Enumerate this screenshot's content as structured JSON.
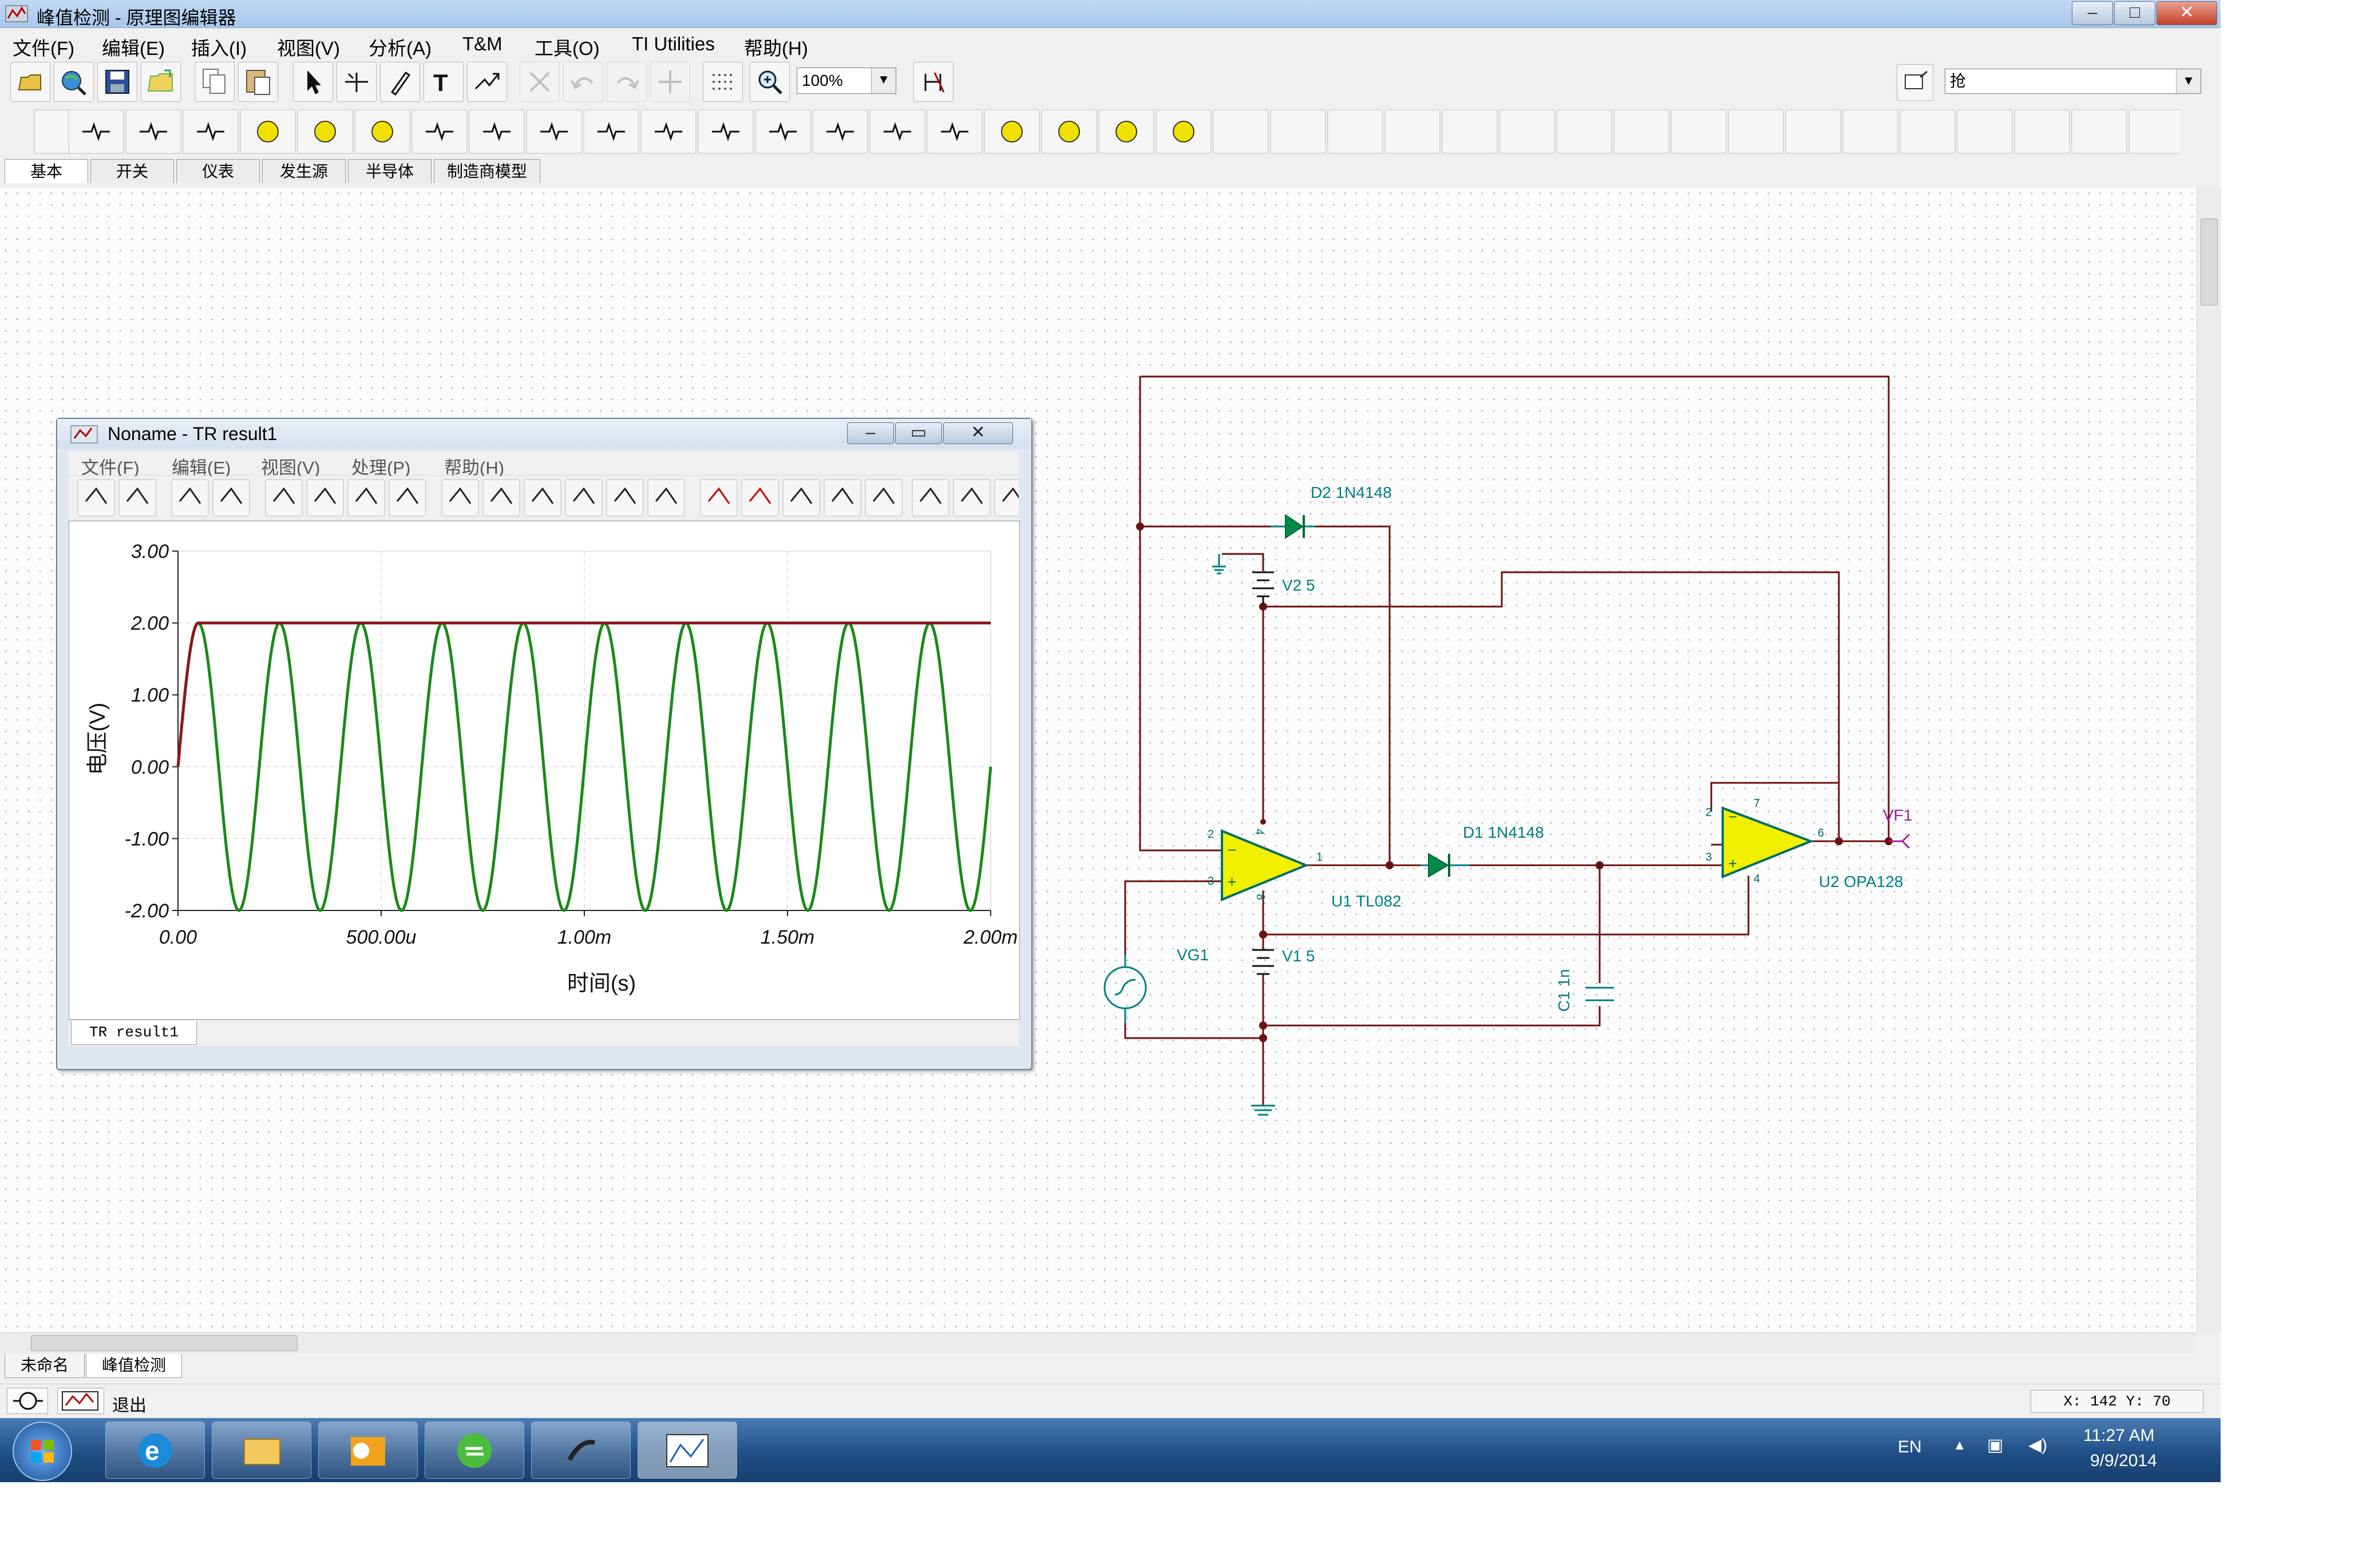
{
  "window": {
    "title": "峰值检测 - 原理图编辑器",
    "min": "–",
    "max": "□",
    "close": "✕"
  },
  "menu": [
    "文件(F)",
    "编辑(E)",
    "插入(I)",
    "视图(V)",
    "分析(A)",
    "T&M",
    "工具(O)",
    "TI Utilities",
    "帮助(H)"
  ],
  "toolbar": {
    "zoom": "100%"
  },
  "part_tabs": [
    "基本",
    "开关",
    "仪表",
    "发生源",
    "半导体",
    "制造商模型"
  ],
  "doc_tabs": [
    "未命名",
    "峰值检测"
  ],
  "status": {
    "exit_label": "退出",
    "coords": "X: 142  Y: 70"
  },
  "taskbar": {
    "lang": "EN",
    "time": "11:27 AM",
    "date": "9/9/2014"
  },
  "icons": [
    "open-icon",
    "search-web-icon",
    "save-icon",
    "open-folder-icon",
    "copy-icon",
    "paste-icon",
    "select-arrow-icon",
    "wire-icon",
    "pen-icon",
    "text-icon",
    "label-icon",
    "delete-icon",
    "undo-icon",
    "redo-icon",
    "junction-icon",
    "grid-icon",
    "zoom-icon",
    "pin-icon"
  ],
  "schematic": {
    "labels": {
      "d2": "D2 1N4148",
      "d1": "D1 1N4148",
      "v2": "V2 5",
      "v1": "V1 5",
      "u1": "U1 TL082",
      "u2": "U2 OPA128",
      "vg1": "VG1",
      "c1": "C1 1n",
      "vf1": "VF1",
      "p2": "2",
      "p3": "3",
      "p1": "1",
      "p8": "8",
      "p4": "4",
      "q2": "2",
      "q3": "3",
      "q6": "6",
      "q7": "7",
      "q4": "4"
    },
    "colors": {
      "wire": "#6b1010",
      "opamp_fill": "#f0f000",
      "component": "#008080",
      "probe": "#a020a0"
    }
  },
  "graph": {
    "title": "Noname - TR result1",
    "menu": [
      "文件(F)",
      "编辑(E)",
      "视图(V)",
      "处理(P)",
      "帮助(H)"
    ],
    "tab": "TR result1",
    "chart_data": {
      "type": "line",
      "xlabel": "时间(s)",
      "ylabel": "电压(V)",
      "x_ticks": [
        "0.00",
        "500.00u",
        "1.00m",
        "1.50m",
        "2.00m"
      ],
      "y_ticks": [
        "-2.00",
        "-1.00",
        "0.00",
        "1.00",
        "2.00",
        "3.00"
      ],
      "xlim": [
        0,
        0.002
      ],
      "ylim": [
        -2,
        3
      ],
      "grid": true,
      "series": [
        {
          "color": "#1a8a1a",
          "function": "sine",
          "amplitude": 2,
          "offset": 0,
          "frequency_hz": 5000,
          "phase_deg": 0
        },
        {
          "color": "#8b1a1a",
          "function": "constant",
          "value": 2,
          "note_start": "rises with the sine to 2.00 on first peak"
        }
      ]
    }
  }
}
